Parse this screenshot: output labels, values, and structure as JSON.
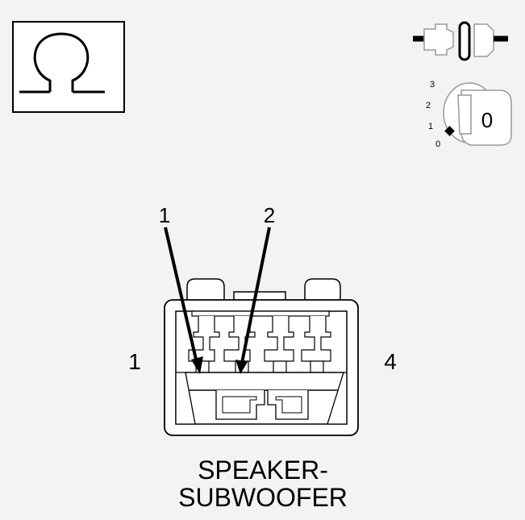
{
  "ohm_meter": {
    "symbol": "Ω",
    "icon": "ohm-symbol-icon"
  },
  "connector_state": {
    "icon": "disconnected-connector-icon"
  },
  "ignition": {
    "icon": "ignition-key-icon",
    "positions": [
      "3",
      "2",
      "1",
      "0"
    ],
    "selected_position": "0",
    "key_label": "0"
  },
  "connector": {
    "name_line1": "SPEAKER-",
    "name_line2": "SUBWOOFER",
    "pin_start": "1",
    "pin_end": "4",
    "callouts": [
      "1",
      "2"
    ]
  },
  "colors": {
    "background": "#f3f3f3",
    "line": "#000000",
    "fill": "#ffffff"
  }
}
